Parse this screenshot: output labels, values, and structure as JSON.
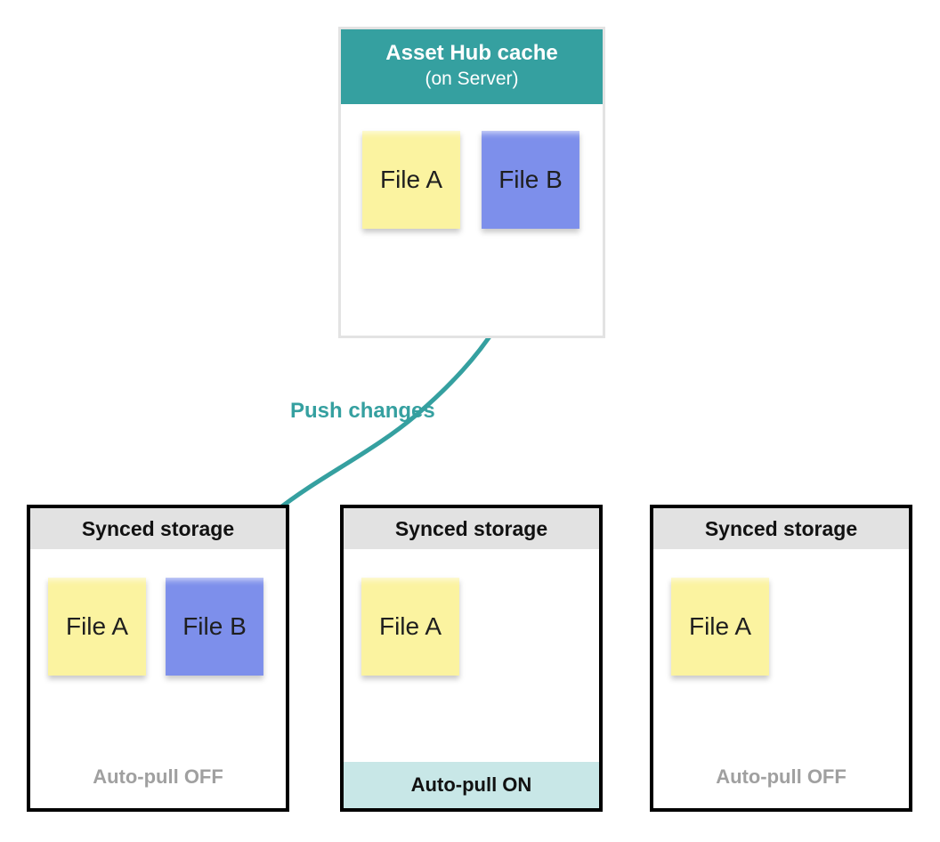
{
  "cache": {
    "title": "Asset Hub cache",
    "subtitle": "(on Server)",
    "files": [
      {
        "label": "File A",
        "color": "yellow"
      },
      {
        "label": "File B",
        "color": "blue"
      }
    ]
  },
  "arrow": {
    "label": "Push changes"
  },
  "storages": [
    {
      "title": "Synced storage",
      "files": [
        {
          "label": "File A",
          "color": "yellow"
        },
        {
          "label": "File B",
          "color": "blue"
        }
      ],
      "footer": "Auto-pull OFF",
      "footer_state": "off"
    },
    {
      "title": "Synced storage",
      "files": [
        {
          "label": "File A",
          "color": "yellow"
        }
      ],
      "footer": "Auto-pull ON",
      "footer_state": "on"
    },
    {
      "title": "Synced storage",
      "files": [
        {
          "label": "File A",
          "color": "yellow"
        }
      ],
      "footer": "Auto-pull OFF",
      "footer_state": "off"
    }
  ],
  "colors": {
    "teal": "#35A0A0",
    "yellow_note": "#FBF3A0",
    "blue_note": "#7D8FEB",
    "header_gray": "#E2E2E2",
    "on_bg": "#C8E7E7",
    "off_text": "#A0A0A0",
    "cache_border": "#E3E3E3"
  }
}
